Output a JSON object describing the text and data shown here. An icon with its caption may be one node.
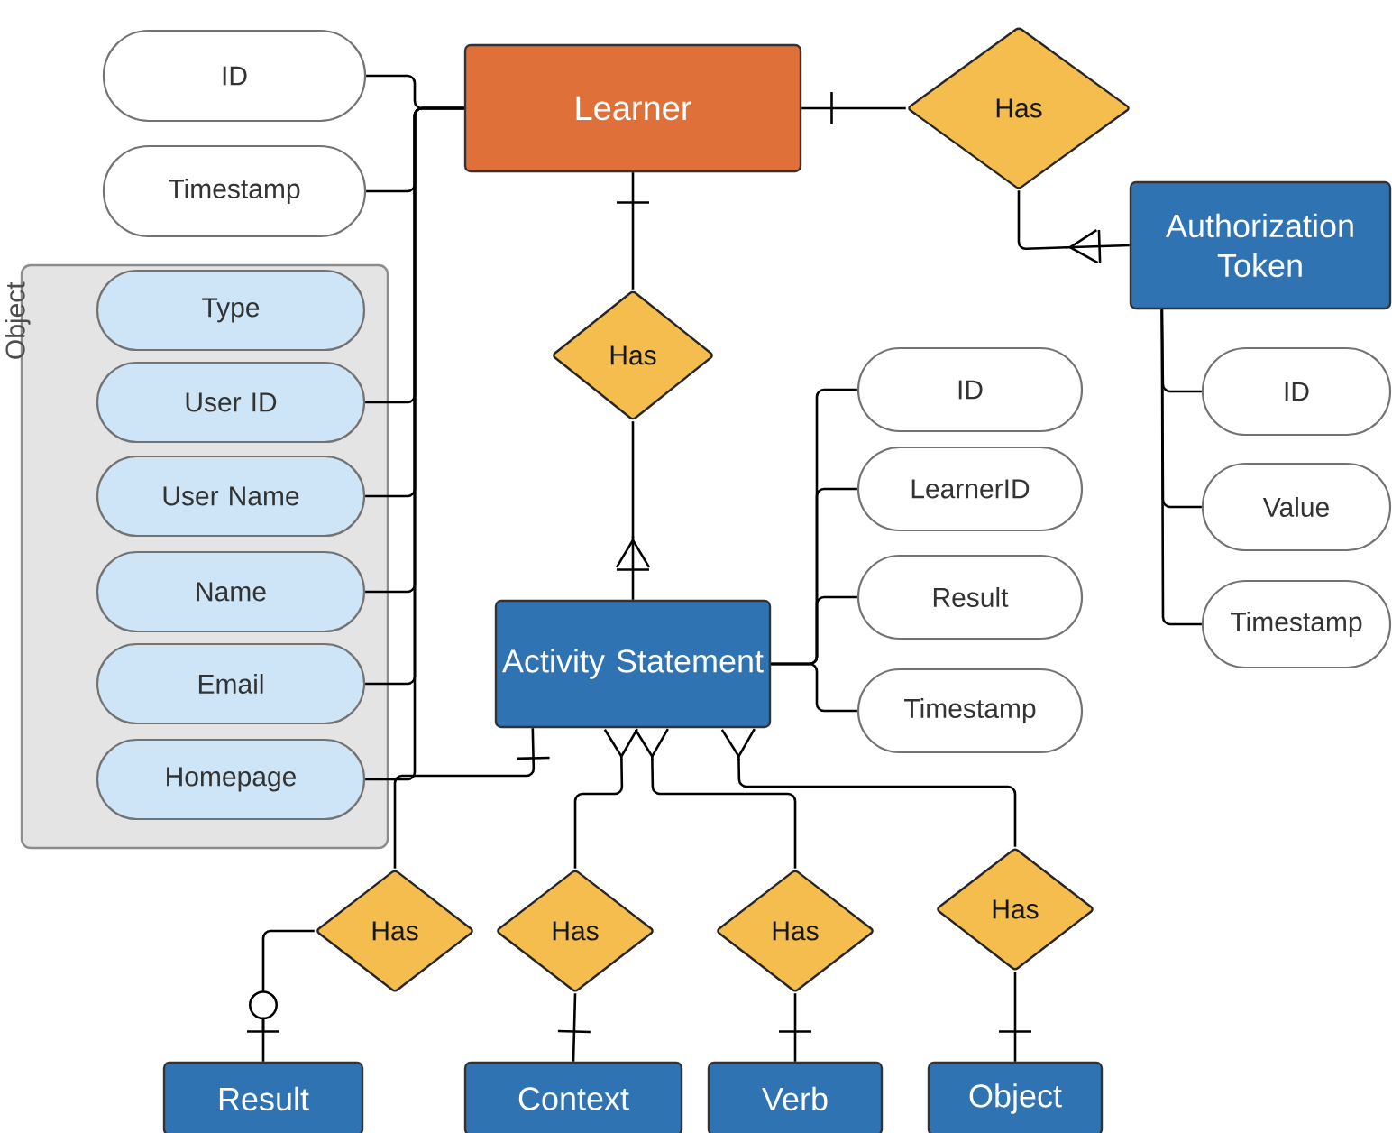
{
  "diagram": {
    "nodes": [
      {
        "text": [
          "Learner"
        ]
      },
      {
        "text": [
          "ID"
        ]
      },
      {
        "text": [
          "Timestamp"
        ]
      },
      {
        "text": [
          "Object"
        ]
      },
      {
        "text": [
          "Type"
        ],
        "in": 3
      },
      {
        "text": [
          "User ID"
        ],
        "in": 3
      },
      {
        "text": [
          "User Name"
        ],
        "in": 3
      },
      {
        "text": [
          "Name"
        ],
        "in": 3
      },
      {
        "text": [
          "Email"
        ],
        "in": 3
      },
      {
        "text": [
          "Homepage"
        ],
        "in": 3
      },
      {
        "text": [
          "Has"
        ]
      },
      {
        "text": [
          "Authorization Token"
        ]
      },
      {
        "text": [
          "ID"
        ]
      },
      {
        "text": [
          "Value"
        ]
      },
      {
        "text": [
          "Timestamp"
        ]
      },
      {
        "text": [
          "Has"
        ]
      },
      {
        "text": [
          "Activity Statement"
        ]
      },
      {
        "text": [
          "ID"
        ]
      },
      {
        "text": [
          "LearnerID"
        ]
      },
      {
        "text": [
          "Result"
        ]
      },
      {
        "text": [
          "Timestamp"
        ]
      },
      {
        "text": [
          "Has"
        ]
      },
      {
        "text": [
          "Has"
        ]
      },
      {
        "text": [
          "Has"
        ]
      },
      {
        "text": [
          "Has"
        ]
      },
      {
        "text": [
          "Result"
        ]
      },
      {
        "text": [
          "Context"
        ]
      },
      {
        "text": [
          "Verb"
        ]
      },
      {
        "text": [
          "Object"
        ]
      }
    ],
    "edges": [
      {
        "from": 1,
        "to": 0,
        "arrow": "none"
      },
      {
        "from": 2,
        "to": 0,
        "arrow": "none"
      },
      {
        "from": 5,
        "to": 0,
        "arrow": "none"
      },
      {
        "from": 6,
        "to": 0,
        "arrow": "none"
      },
      {
        "from": 7,
        "to": 0,
        "arrow": "none"
      },
      {
        "from": 8,
        "to": 0,
        "arrow": "none"
      },
      {
        "from": 9,
        "to": 0,
        "arrow": "none"
      },
      {
        "from": 0,
        "to": 10,
        "arrow": "other"
      },
      {
        "from": 10,
        "to": 11,
        "arrow": "other"
      },
      {
        "from": 11,
        "to": 12,
        "arrow": "none"
      },
      {
        "from": 11,
        "to": 13,
        "arrow": "none"
      },
      {
        "from": 11,
        "to": 14,
        "arrow": "none"
      },
      {
        "from": 0,
        "to": 15,
        "arrow": "other"
      },
      {
        "from": 15,
        "to": 16,
        "arrow": "other"
      },
      {
        "from": 16,
        "to": 17,
        "arrow": "none"
      },
      {
        "from": 16,
        "to": 18,
        "arrow": "none"
      },
      {
        "from": 16,
        "to": 19,
        "arrow": "none"
      },
      {
        "from": 16,
        "to": 20,
        "arrow": "none"
      },
      {
        "from": 16,
        "to": 21,
        "arrow": "other"
      },
      {
        "from": 21,
        "to": 25,
        "arrow": "other"
      },
      {
        "from": 16,
        "to": 22,
        "arrow": "other"
      },
      {
        "from": 22,
        "to": 26,
        "arrow": "other"
      },
      {
        "from": 16,
        "to": 23,
        "arrow": "other"
      },
      {
        "from": 23,
        "to": 27,
        "arrow": "other"
      },
      {
        "from": 16,
        "to": 24,
        "arrow": "other"
      },
      {
        "from": 24,
        "to": 28,
        "arrow": "other"
      }
    ]
  }
}
